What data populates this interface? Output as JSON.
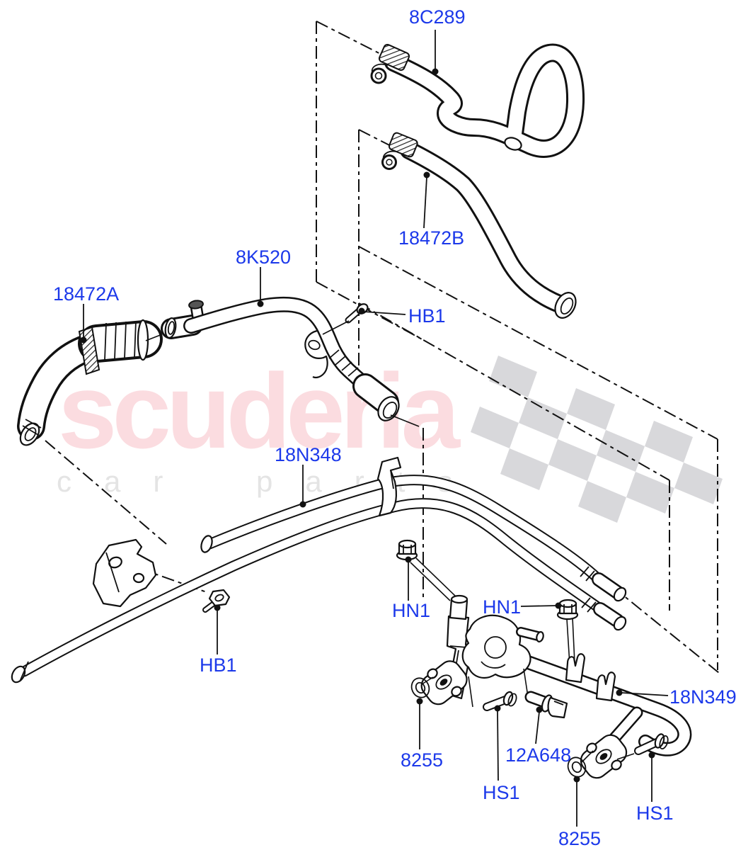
{
  "diagram": {
    "description": "Exploded parts diagram of heater hoses and water pipes",
    "line_color": "#111111",
    "label_color": "#1c39ea",
    "labels": [
      {
        "id": "8C289",
        "text": "8C289"
      },
      {
        "id": "18472B",
        "text": "18472B"
      },
      {
        "id": "8K520",
        "text": "8K520"
      },
      {
        "id": "18472A",
        "text": "18472A"
      },
      {
        "id": "HB1-upper",
        "text": "HB1"
      },
      {
        "id": "18N348",
        "text": "18N348"
      },
      {
        "id": "HN1-left",
        "text": "HN1"
      },
      {
        "id": "HN1-right",
        "text": "HN1"
      },
      {
        "id": "HB1-lower",
        "text": "HB1"
      },
      {
        "id": "18N349",
        "text": "18N349"
      },
      {
        "id": "8255-left",
        "text": "8255"
      },
      {
        "id": "12A648",
        "text": "12A648"
      },
      {
        "id": "HS1-left",
        "text": "HS1"
      },
      {
        "id": "8255-right",
        "text": "8255"
      },
      {
        "id": "HS1-right",
        "text": "HS1"
      }
    ]
  },
  "watermark": {
    "brand": "scuderia",
    "tagline": "car parts",
    "brand_color": "#fbdce0",
    "tagline_color": "#e4e4e4",
    "flag_color": "#d8d8db"
  }
}
